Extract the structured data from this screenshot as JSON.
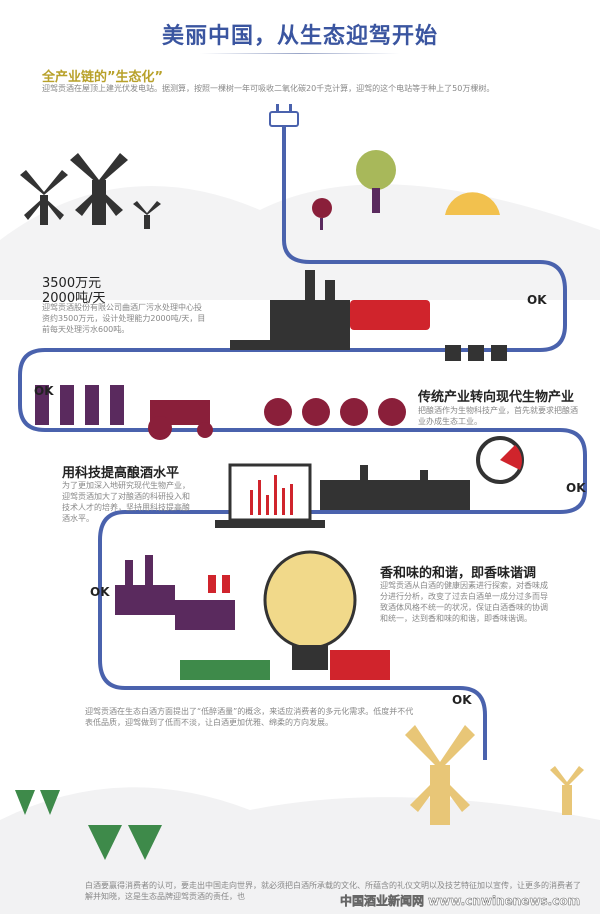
{
  "title": "美丽中国，从生态迎驾开始",
  "sections": [
    {
      "heading": "全产业链的”生态化”",
      "body": "迎驾贡酒在屋顶上建光伏发电站。据测算，按照一棵树一年可吸收二氧化碳20千克计算，迎驾的这个电站等于种上了50万棵树。"
    },
    {
      "heading_line1": "3500万元",
      "heading_line2": "2000吨/天",
      "body": "迎驾贡酒股份有限公司曲酒厂污水处理中心投资约3500万元，设计处理能力2000吨/天，目前每天处理污水600吨。"
    },
    {
      "heading": "传统产业转向现代生物产业",
      "body": "把酿酒作为生物科技产业，首先就要求把酿酒业办成生态工业。"
    },
    {
      "heading": "用科技提高酿酒水平",
      "body": "为了更加深入地研究现代生物产业，迎驾贡酒加大了对酿酒的科研投入和技术人才的培养，坚持用科技提高酿酒水平。"
    },
    {
      "heading": "香和味的和谐，即香味谐调",
      "body": "迎驾贡酒从白酒的健康因素进行探索，对香味成分进行分析，改变了过去白酒单一成分过多而导致酒体风格不统一的状况，保证白酒香味的协调和统一，达到香和味的和谐，即香味谐调。"
    },
    {
      "body": "迎驾贡酒在生态白酒方面提出了“低醉酒量”的概念，来适应消费者的多元化需求。低度并不代表低品质，迎驾做到了低而不淡，让白酒更加优雅、绵柔的方向发展。"
    },
    {
      "body": "白酒要赢得消费者的认可，要走出中国走向世界，就必须把白酒所承载的文化、所蕴含的礼仪文明以及技艺特征加以宣传，让更多的消费者了解并知晓，这是生态品牌迎驾贡酒的责任，也"
    }
  ],
  "ok_label": "OK",
  "watermark": "中国酒业新闻网 www.cnwinenews.com",
  "colors": {
    "path": "#4a62ad",
    "title": "#3a55a0",
    "accent": "#b8a12a",
    "wine": "#8a1f3a",
    "purple": "#5a2a5e",
    "red": "#d0242c"
  }
}
